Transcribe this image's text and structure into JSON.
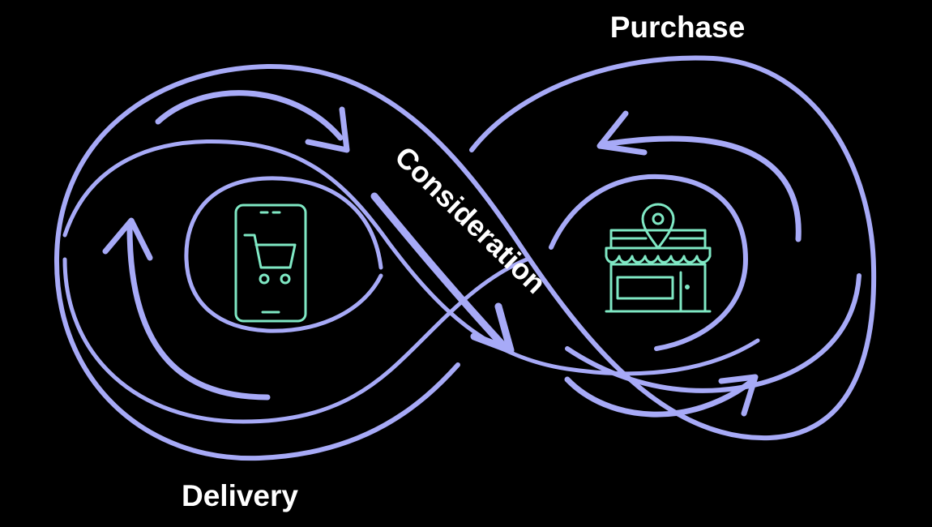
{
  "stages": {
    "purchase": "Purchase",
    "consideration": "Consideration",
    "delivery": "Delivery"
  },
  "icons": {
    "left": "mobile-shopping-cart-icon",
    "right": "store-location-icon"
  },
  "colors": {
    "background": "#000000",
    "loop": "#a7aaf7",
    "icon": "#7fe8c4",
    "text": "#ffffff"
  }
}
